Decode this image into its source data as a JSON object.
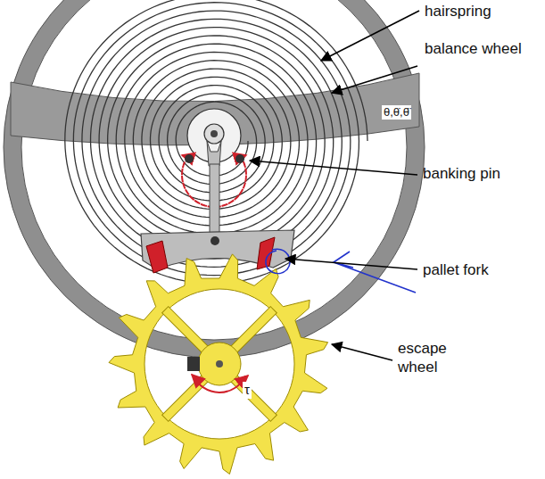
{
  "diagram": {
    "labels": [
      "hairspring",
      "balance wheel",
      "θ,θ̇,θ̈",
      "banking pin",
      "pallet fork",
      "escape wheel",
      "τ"
    ]
  }
}
